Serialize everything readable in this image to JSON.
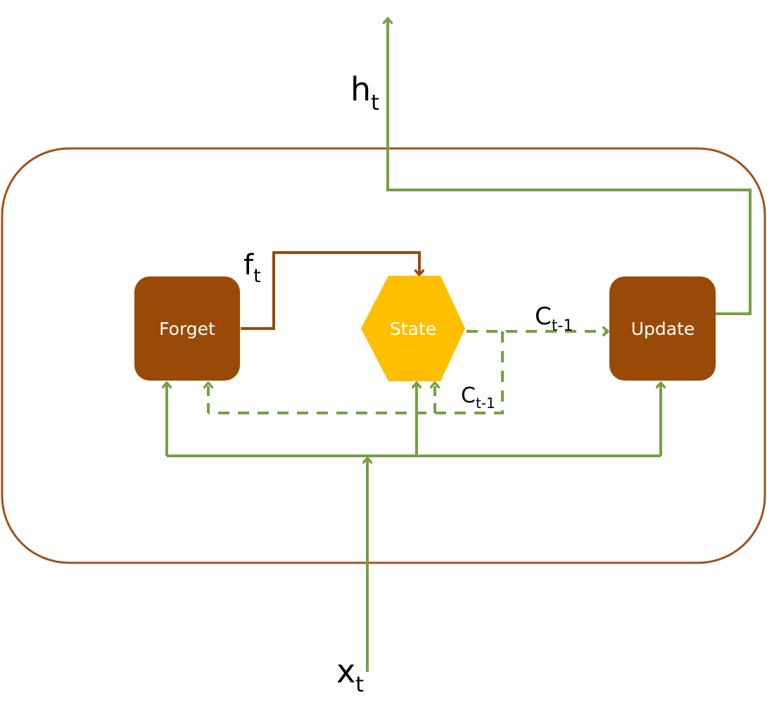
{
  "nodes": {
    "forget": {
      "label": "Forget"
    },
    "state": {
      "label": "State"
    },
    "update": {
      "label": "Update"
    }
  },
  "variables": {
    "hidden": {
      "base": "h",
      "sub": "t"
    },
    "input": {
      "base": "x",
      "sub": "t"
    },
    "forget_out": {
      "base": "f",
      "sub": "t"
    },
    "prev_state_top": {
      "base": "C",
      "sub": "t-1"
    },
    "prev_state_bottom": {
      "base": "C",
      "sub": "t-1"
    }
  },
  "colors": {
    "cell_border": "#a0521c",
    "node_fill": "#994a09",
    "state_fill": "#fdbf00",
    "flow_green": "#77a043",
    "forget_arrow": "#994a09"
  }
}
